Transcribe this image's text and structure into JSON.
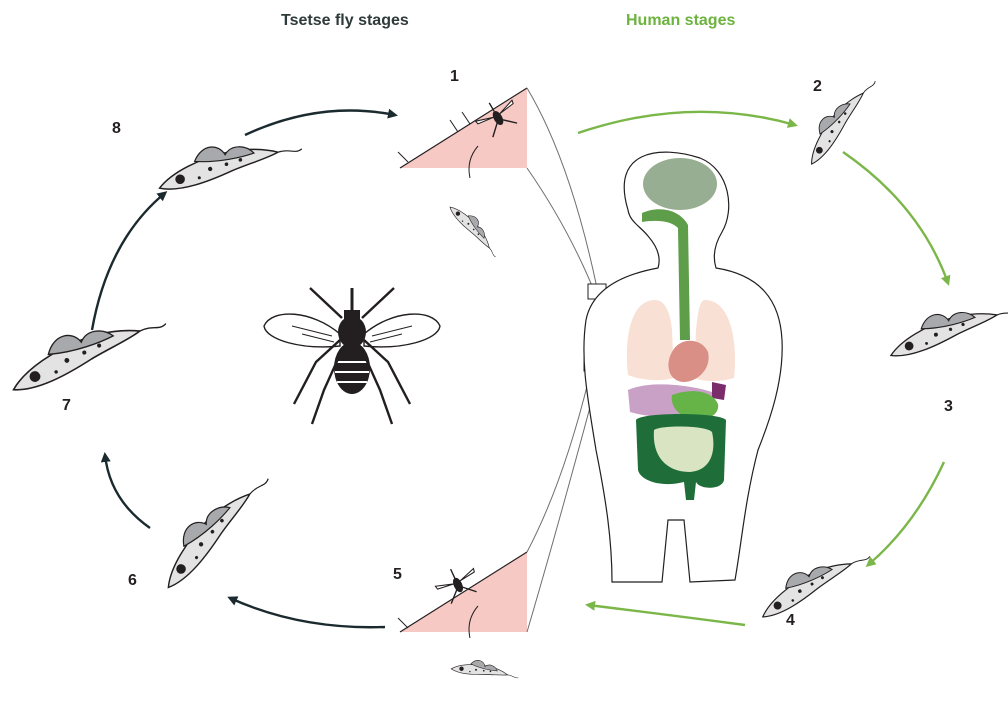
{
  "headers": {
    "tsetse": "Tsetse fly stages",
    "human": "Human stages"
  },
  "stages": {
    "s1": "1",
    "s2": "2",
    "s3": "3",
    "s4": "4",
    "s5": "5",
    "s6": "6",
    "s7": "7",
    "s8": "8"
  },
  "colors": {
    "tsetse_arrow": "#1b2a2e",
    "human_arrow": "#7ab648",
    "skin": "#f6c9c4",
    "parasite_body": "#d9d9d9",
    "parasite_membrane": "#a7a9ac",
    "brain": "#98ae92",
    "esophagus": "#5e9e4a",
    "lungs": "#f9e0d4",
    "heart": "#d98e86",
    "liver": "#c9a0c6",
    "stomach": "#66b447",
    "spleen": "#7b2d6b",
    "large_intestine": "#1f6e3a",
    "small_intestine": "#d9e5c2"
  }
}
